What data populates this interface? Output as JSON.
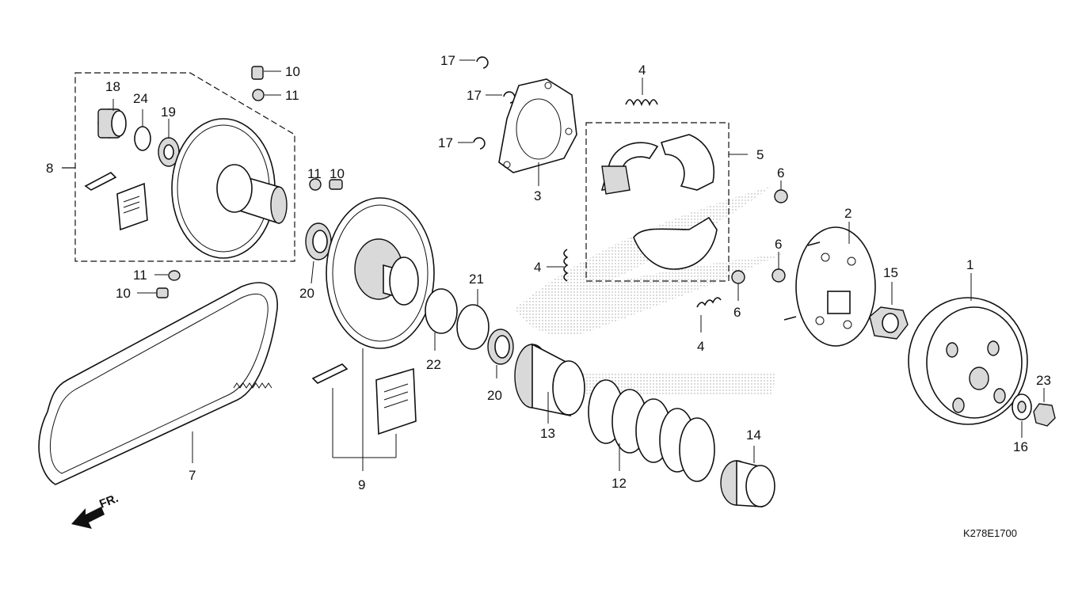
{
  "diagram": {
    "code": "K278E1700",
    "front_marker": "FR."
  },
  "labels": {
    "l1": "1",
    "l2": "2",
    "l3": "3",
    "l4a": "4",
    "l4b": "4",
    "l4c": "4",
    "l5": "5",
    "l6a": "6",
    "l6b": "6",
    "l6c": "6",
    "l7": "7",
    "l8": "8",
    "l9": "9",
    "l10a": "10",
    "l10b": "10",
    "l10c": "10",
    "l11a": "11",
    "l11b": "11",
    "l11c": "11",
    "l12": "12",
    "l13": "13",
    "l14": "14",
    "l15": "15",
    "l16": "16",
    "l17a": "17",
    "l17b": "17",
    "l17c": "17",
    "l18": "18",
    "l19": "19",
    "l20a": "20",
    "l20b": "20",
    "l21": "21",
    "l22": "22",
    "l23": "23",
    "l24": "24"
  }
}
